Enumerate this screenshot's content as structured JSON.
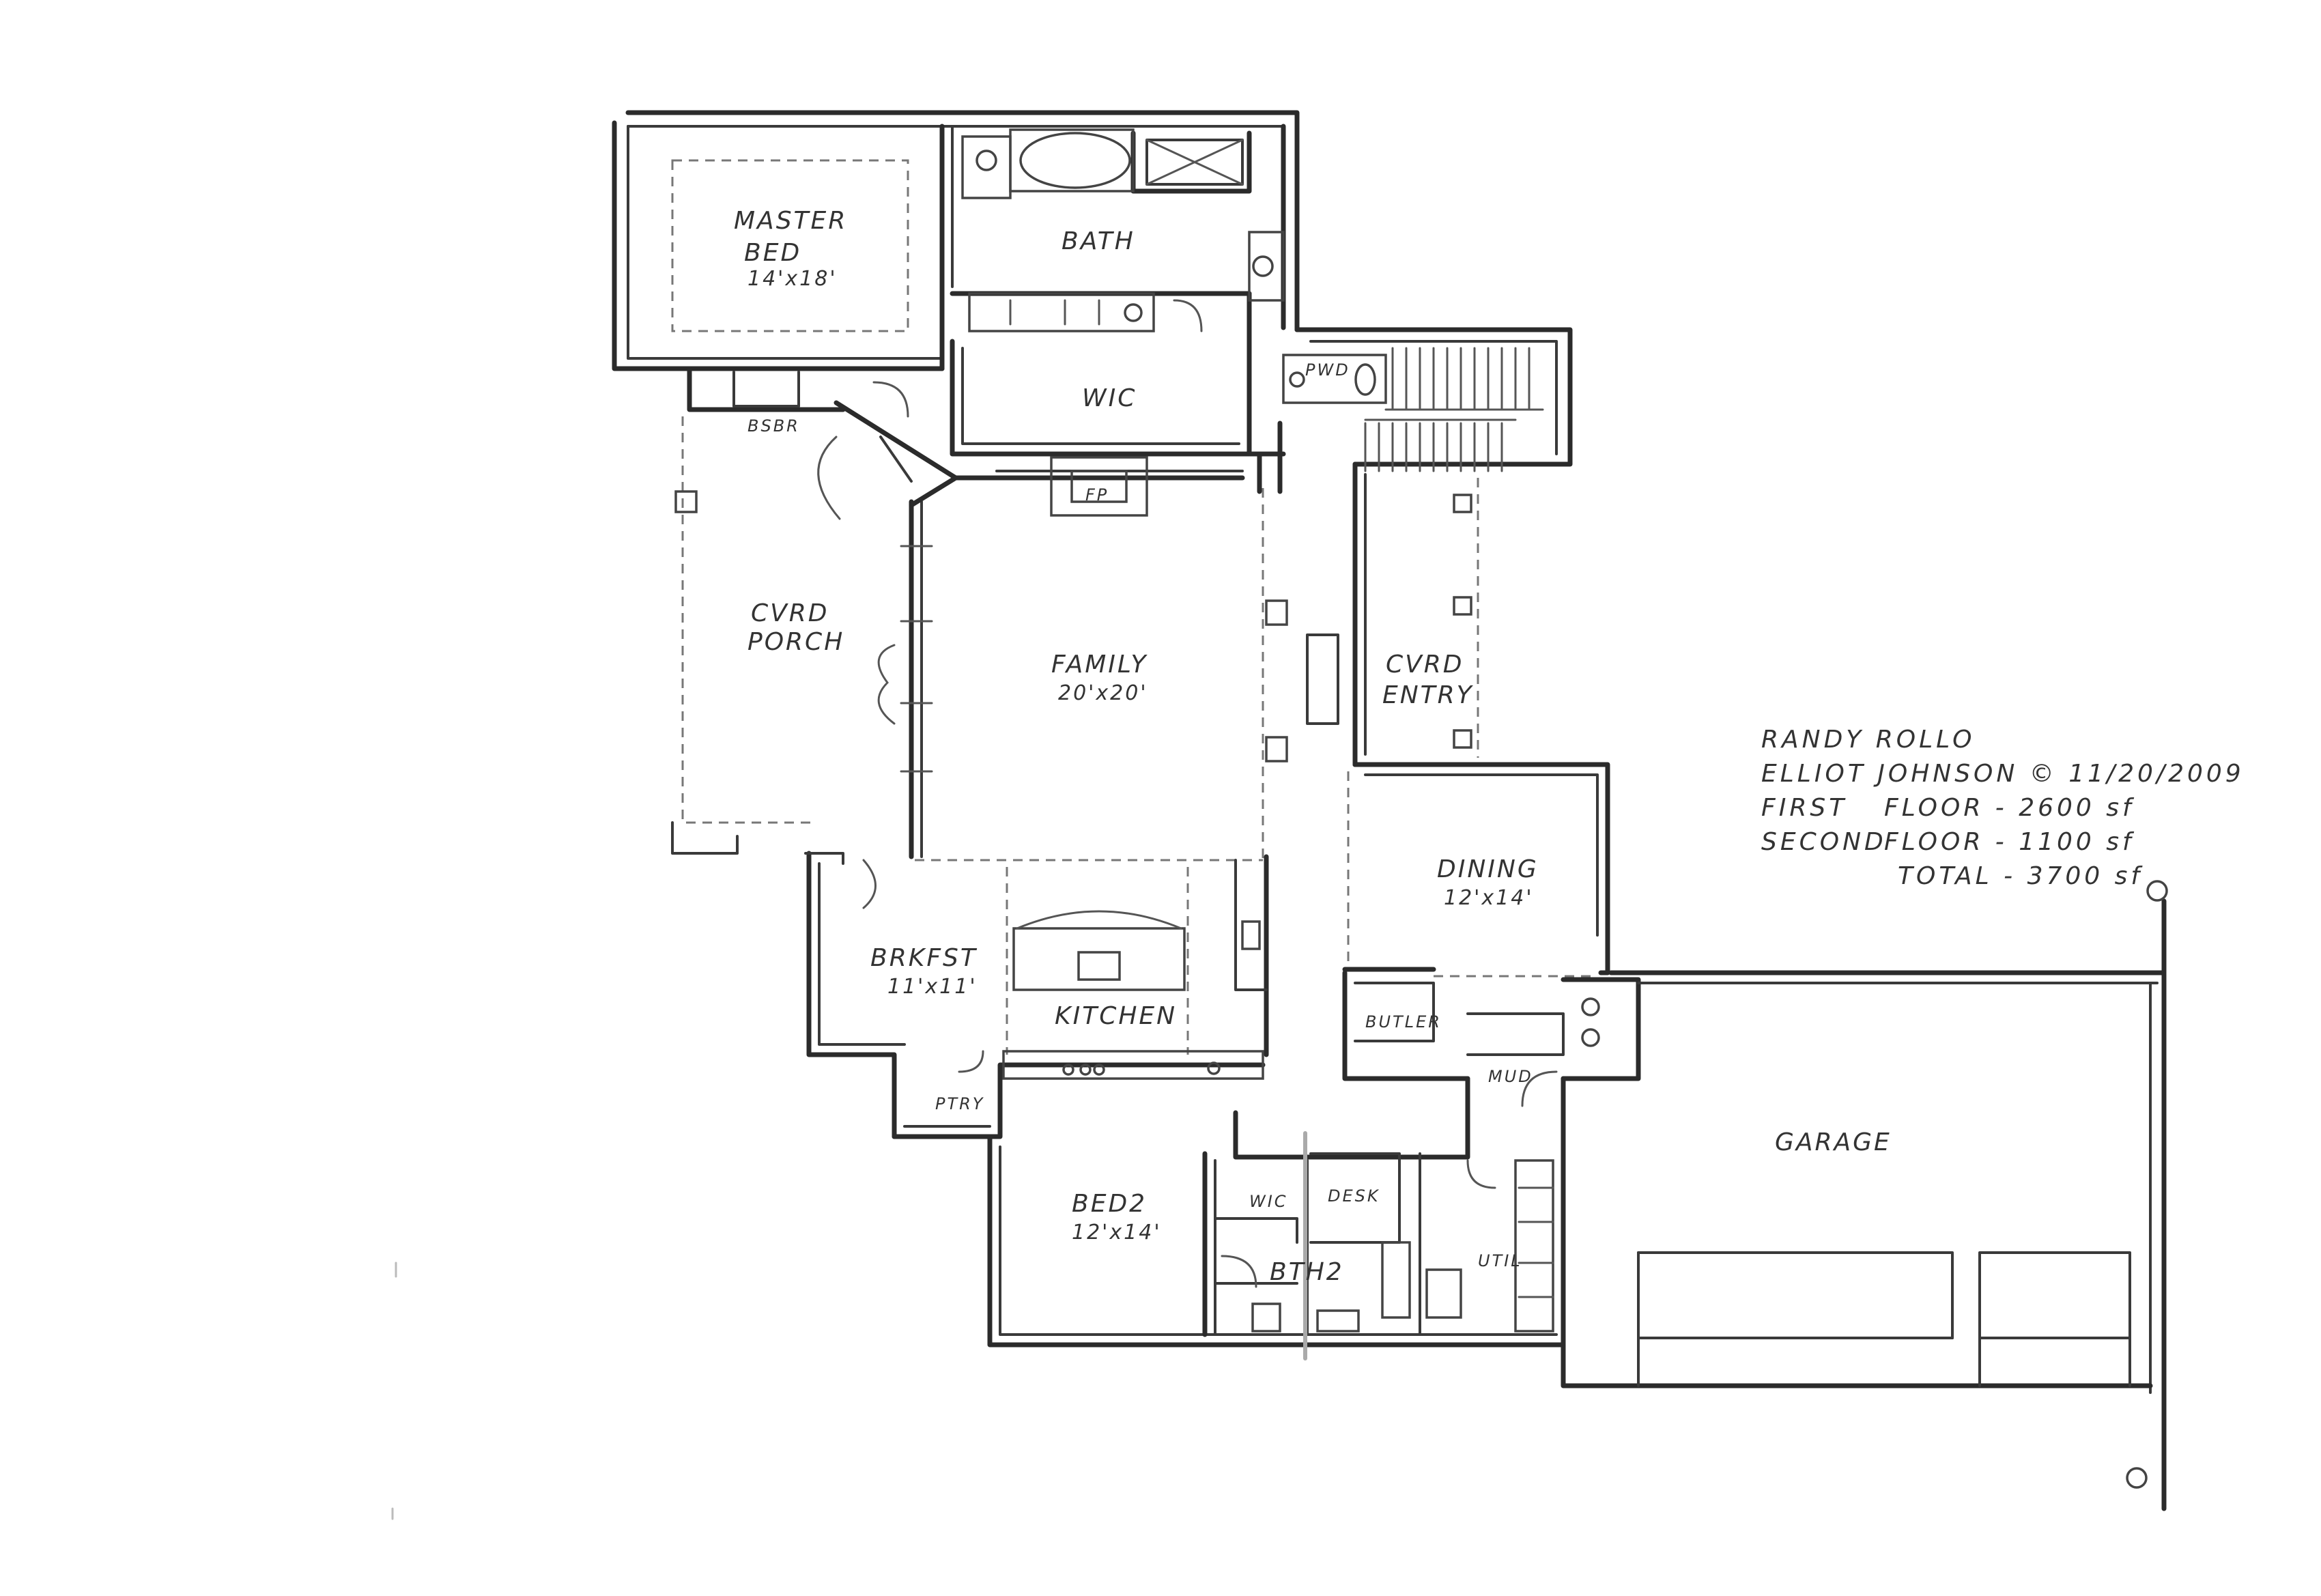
{
  "rooms": {
    "master_bed": {
      "l1": "MASTER",
      "l2": "BED",
      "dim": "14'x18'"
    },
    "bath": "BATH",
    "wic": "WIC",
    "pwd": "PWD",
    "bsbr": "BSBR",
    "fp": "FP",
    "cvrd_porch": {
      "l1": "CVRD",
      "l2": "PORCH"
    },
    "family": {
      "name": "FAMILY",
      "dim": "20'x20'"
    },
    "cvrd_entry": {
      "l1": "CVRD",
      "l2": "ENTRY"
    },
    "dining": {
      "name": "DINING",
      "dim": "12'x14'"
    },
    "brkfst": {
      "name": "BRKFST",
      "dim": "11'x11'"
    },
    "kitchen": "KITCHEN",
    "butler": "BUTLER",
    "mud": "MUD",
    "ptry": "PTRY",
    "garage": "GARAGE",
    "bed2": {
      "name": "BED2",
      "dim": "12'x14'"
    },
    "wic2": "WIC",
    "desk": "DESK",
    "bth2": "BTH2",
    "util": "UTIL"
  },
  "notes": {
    "line1": "RANDY ROLLO",
    "line2": "ELLIOT JOHNSON © 11/20/2009",
    "first_label": "FIRST",
    "first_value": "FLOOR - 2600 sf",
    "second_label": "SECOND",
    "second_value": "FLOOR - 1100 sf",
    "total": "TOTAL - 3700 sf"
  }
}
